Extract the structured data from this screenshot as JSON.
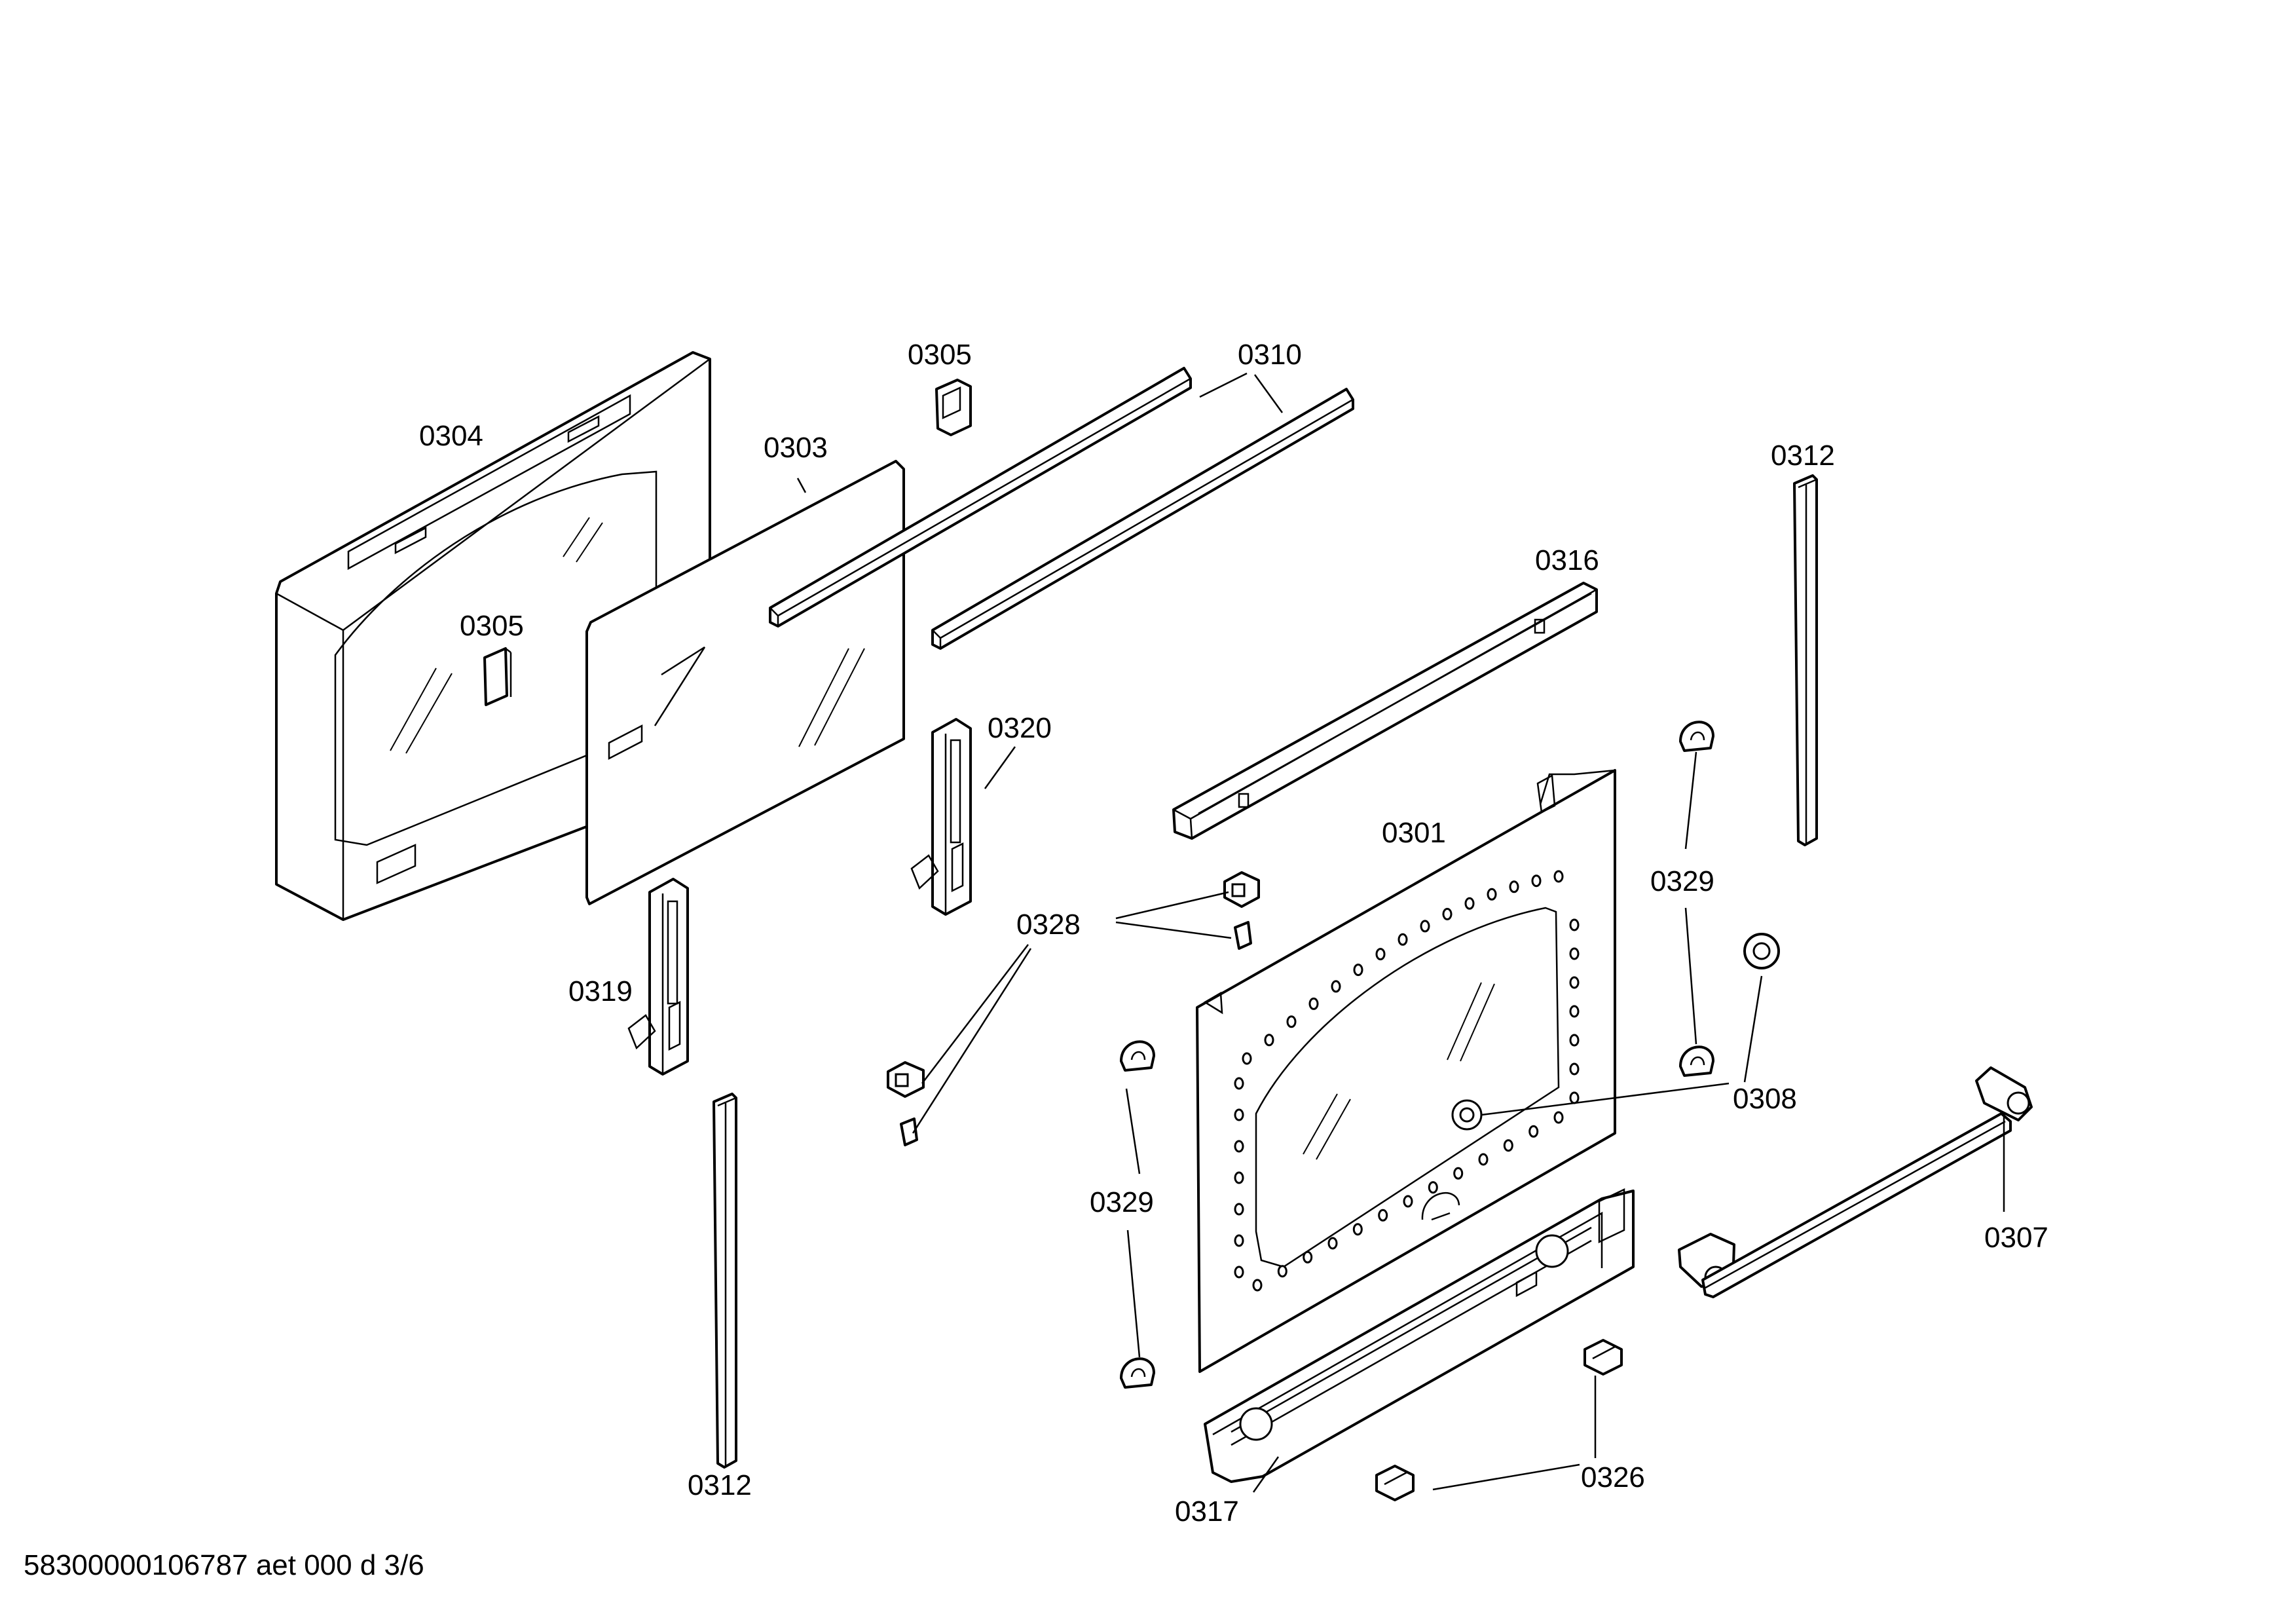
{
  "diagram": {
    "labels": {
      "p0304": "0304",
      "p0303": "0303",
      "p0305_top": "0305",
      "p0305_left": "0305",
      "p0310": "0310",
      "p0312_top": "0312",
      "p0312_bottom": "0312",
      "p0316": "0316",
      "p0320": "0320",
      "p0301": "0301",
      "p0329_right": "0329",
      "p0329_left": "0329",
      "p0328": "0328",
      "p0319": "0319",
      "p0308": "0308",
      "p0307": "0307",
      "p0317": "0317",
      "p0326": "0326"
    },
    "footer": "58300000106787 aet 000 d 3/6"
  }
}
